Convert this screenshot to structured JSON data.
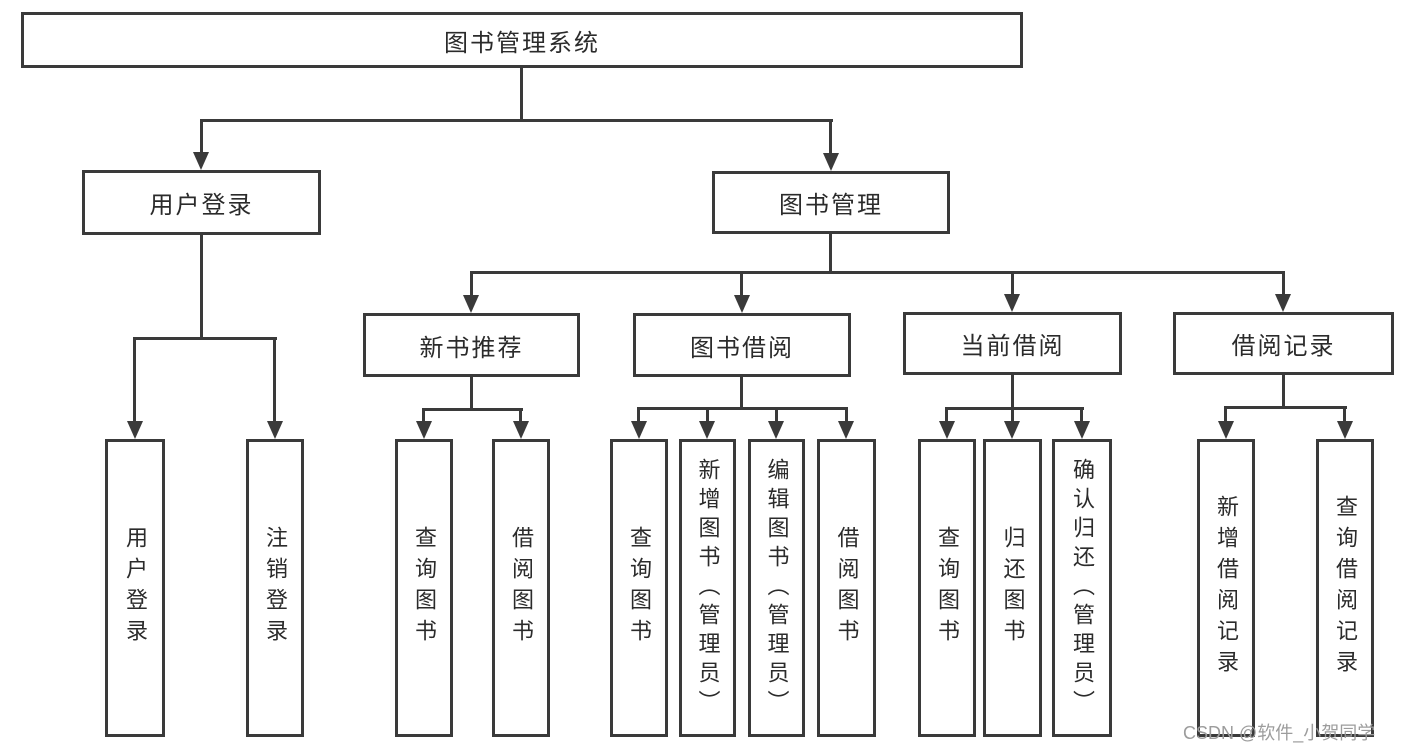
{
  "title": "图书管理系统",
  "colors": {
    "line": "#3a3a3a",
    "text": "#2b2b2b",
    "watermark": "#9c9c9c",
    "background": "#ffffff"
  },
  "nodes": {
    "root": "图书管理系统",
    "user_login": "用户登录",
    "book_management": "图书管理",
    "new_book_recommend": "新书推荐",
    "book_borrow": "图书借阅",
    "current_borrow": "当前借阅",
    "borrow_records": "借阅记录",
    "leaf_user_login": "用户登录",
    "leaf_logout": "注销登录",
    "leaf_nb_query": "查询图书",
    "leaf_nb_borrow": "借阅图书",
    "leaf_bb_query": "查询图书",
    "leaf_bb_add": "新增图书（管理员）",
    "leaf_bb_edit": "编辑图书（管理员）",
    "leaf_bb_borrow": "借阅图书",
    "leaf_cb_query": "查询图书",
    "leaf_cb_return": "归还图书",
    "leaf_cb_confirm": "确认归还（管理员）",
    "leaf_br_add": "新增借阅记录",
    "leaf_br_query": "查询借阅记录"
  },
  "watermark": "CSDN @软件_小贺同学"
}
